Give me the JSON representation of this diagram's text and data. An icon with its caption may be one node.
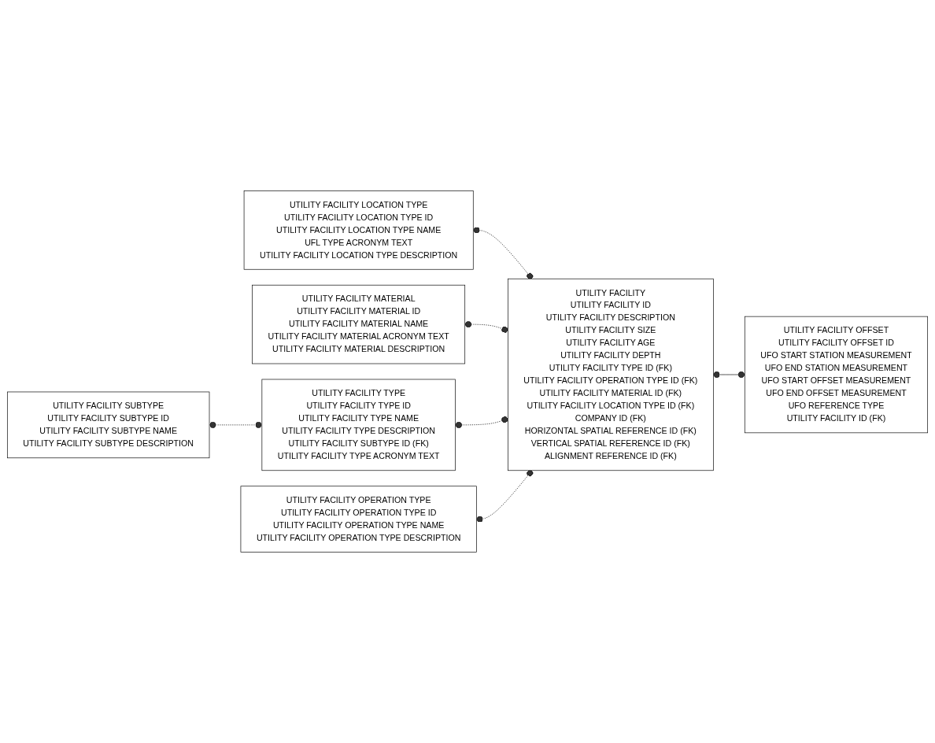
{
  "diagram": {
    "nodes": [
      {
        "text": [
          "UTILITY FACILITY LOCATION TYPE",
          "UTILITY FACILITY LOCATION TYPE ID",
          "UTILITY FACILITY LOCATION TYPE NAME",
          "UFL TYPE ACRONYM TEXT",
          "UTILITY FACILITY LOCATION TYPE DESCRIPTION"
        ]
      },
      {
        "text": [
          "UTILITY FACILITY",
          "UTILITY FACILITY ID",
          "UTILITY FACILITY DESCRIPTION",
          "UTILITY FACILITY SIZE",
          "UTILITY FACILITY AGE",
          "UTILITY FACILITY DEPTH",
          "UTILITY FACILITY TYPE ID (FK)",
          "UTILITY FACILITY OPERATION TYPE ID (FK)",
          "UTILITY FACILITY MATERIAL ID (FK)",
          "UTILITY FACILITY LOCATION TYPE ID (FK)",
          "COMPANY ID (FK)",
          "HORIZONTAL SPATIAL REFERENCE ID (FK)",
          "VERTICAL SPATIAL REFERENCE ID (FK)",
          "ALIGNMENT REFERENCE ID (FK)"
        ]
      },
      {
        "text": [
          "UTILITY FACILITY MATERIAL",
          "UTILITY FACILITY MATERIAL ID",
          "UTILITY FACILITY MATERIAL NAME",
          "UTILITY FACILITY MATERIAL ACRONYM TEXT",
          "UTILITY FACILITY MATERIAL DESCRIPTION"
        ]
      },
      {
        "text": [
          "UTILITY FACILITY TYPE",
          "UTILITY FACILITY TYPE ID",
          "UTILITY FACILITY TYPE NAME",
          "UTILITY FACILITY TYPE DESCRIPTION",
          "UTILITY FACILITY SUBTYPE ID (FK)",
          "UTILITY FACILITY TYPE ACRONYM TEXT"
        ]
      },
      {
        "text": [
          "UTILITY FACILITY OFFSET",
          "UTILITY FACILITY OFFSET ID",
          "UFO START STATION MEASUREMENT",
          "UFO END STATION MEASUREMENT",
          "UFO START OFFSET MEASUREMENT",
          "UFO END OFFSET MEASUREMENT",
          "UFO REFERENCE TYPE",
          "UTILITY FACILITY ID (FK)"
        ]
      },
      {
        "text": [
          "UTILITY FACILITY SUBTYPE",
          "UTILITY FACILITY SUBTYPE ID",
          "UTILITY FACILITY SUBTYPE NAME",
          "UTILITY FACILITY SUBTYPE DESCRIPTION"
        ]
      },
      {
        "text": [
          "UTILITY FACILITY OPERATION TYPE",
          "UTILITY FACILITY OPERATION TYPE ID",
          "UTILITY FACILITY OPERATION TYPE NAME",
          "UTILITY FACILITY OPERATION TYPE DESCRIPTION"
        ]
      }
    ],
    "edges": [
      {
        "from": 0,
        "to": 1,
        "arrow": "other",
        "style": "dashed"
      },
      {
        "from": 2,
        "to": 1,
        "arrow": "other",
        "style": "dashed"
      },
      {
        "from": 3,
        "to": 1,
        "arrow": "other",
        "style": "dashed"
      },
      {
        "from": 6,
        "to": 1,
        "arrow": "other",
        "style": "dashed"
      },
      {
        "from": 5,
        "to": 3,
        "arrow": "other",
        "style": "dashed"
      },
      {
        "from": 1,
        "to": 4,
        "arrow": "other"
      }
    ]
  }
}
